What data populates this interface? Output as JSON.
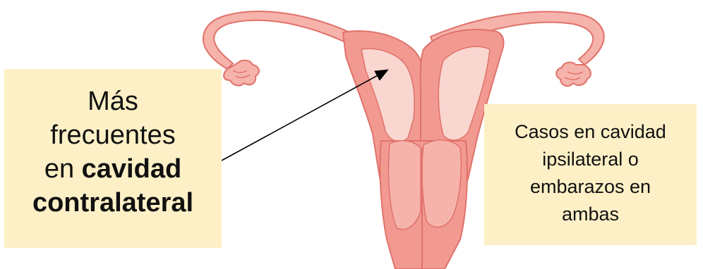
{
  "left_note": {
    "line1": "Más",
    "line2": "frecuentes",
    "line3_prefix": "en",
    "line3_bold": "cavidad",
    "line4_bold": "contralateral"
  },
  "right_note": {
    "line1": "Casos en cavidad",
    "line2": "ipsilateral o",
    "line3": "embarazos en",
    "line4": "ambas"
  },
  "colors": {
    "tissue_dark": "#f29a92",
    "tissue_mid": "#f6b3ab",
    "tissue_light": "#fad6d0",
    "outline": "#e0726a",
    "note_background": "#fdf0c6",
    "arrow": "#000000"
  }
}
